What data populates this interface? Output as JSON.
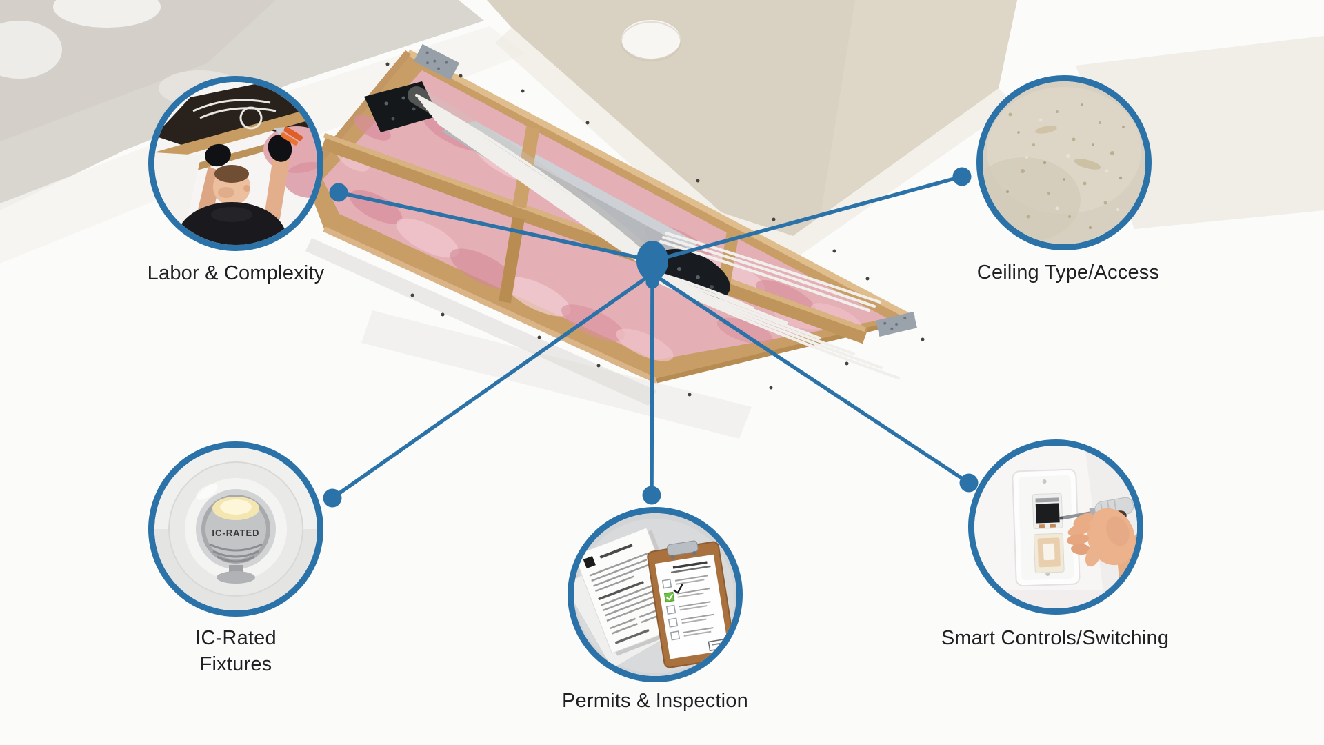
{
  "colors": {
    "accent": "#2b72a9",
    "label_text": "#1f2023",
    "background": "#fbfbfa",
    "insulation_pink": "#e5afb6",
    "wood": "#c89e66",
    "check_green": "#6fbf44"
  },
  "scene": {
    "description_icon": "ceiling-opening-with-joists-insulation-wiring-photo"
  },
  "hub": {
    "icon": "hub-node"
  },
  "callouts": [
    {
      "id": "labor",
      "label": "Labor & Complexity",
      "photo_icon": "electrician-wiring-photo"
    },
    {
      "id": "ceiling",
      "label": "Ceiling Type/Access",
      "photo_icon": "textured-drywall-photo"
    },
    {
      "id": "ic_rated",
      "label": "IC-Rated Fixtures",
      "label_lines": [
        "IC-Rated",
        "Fixtures"
      ],
      "photo_icon": "recessed-can-light-photo"
    },
    {
      "id": "permits",
      "label": "Permits & Inspection",
      "photo_icon": "permit-documents-clipboard-photo"
    },
    {
      "id": "smart",
      "label": "Smart Controls/Switching",
      "photo_icon": "switch-wiring-hand-photo"
    }
  ],
  "fixture_label": "IC-RATED"
}
